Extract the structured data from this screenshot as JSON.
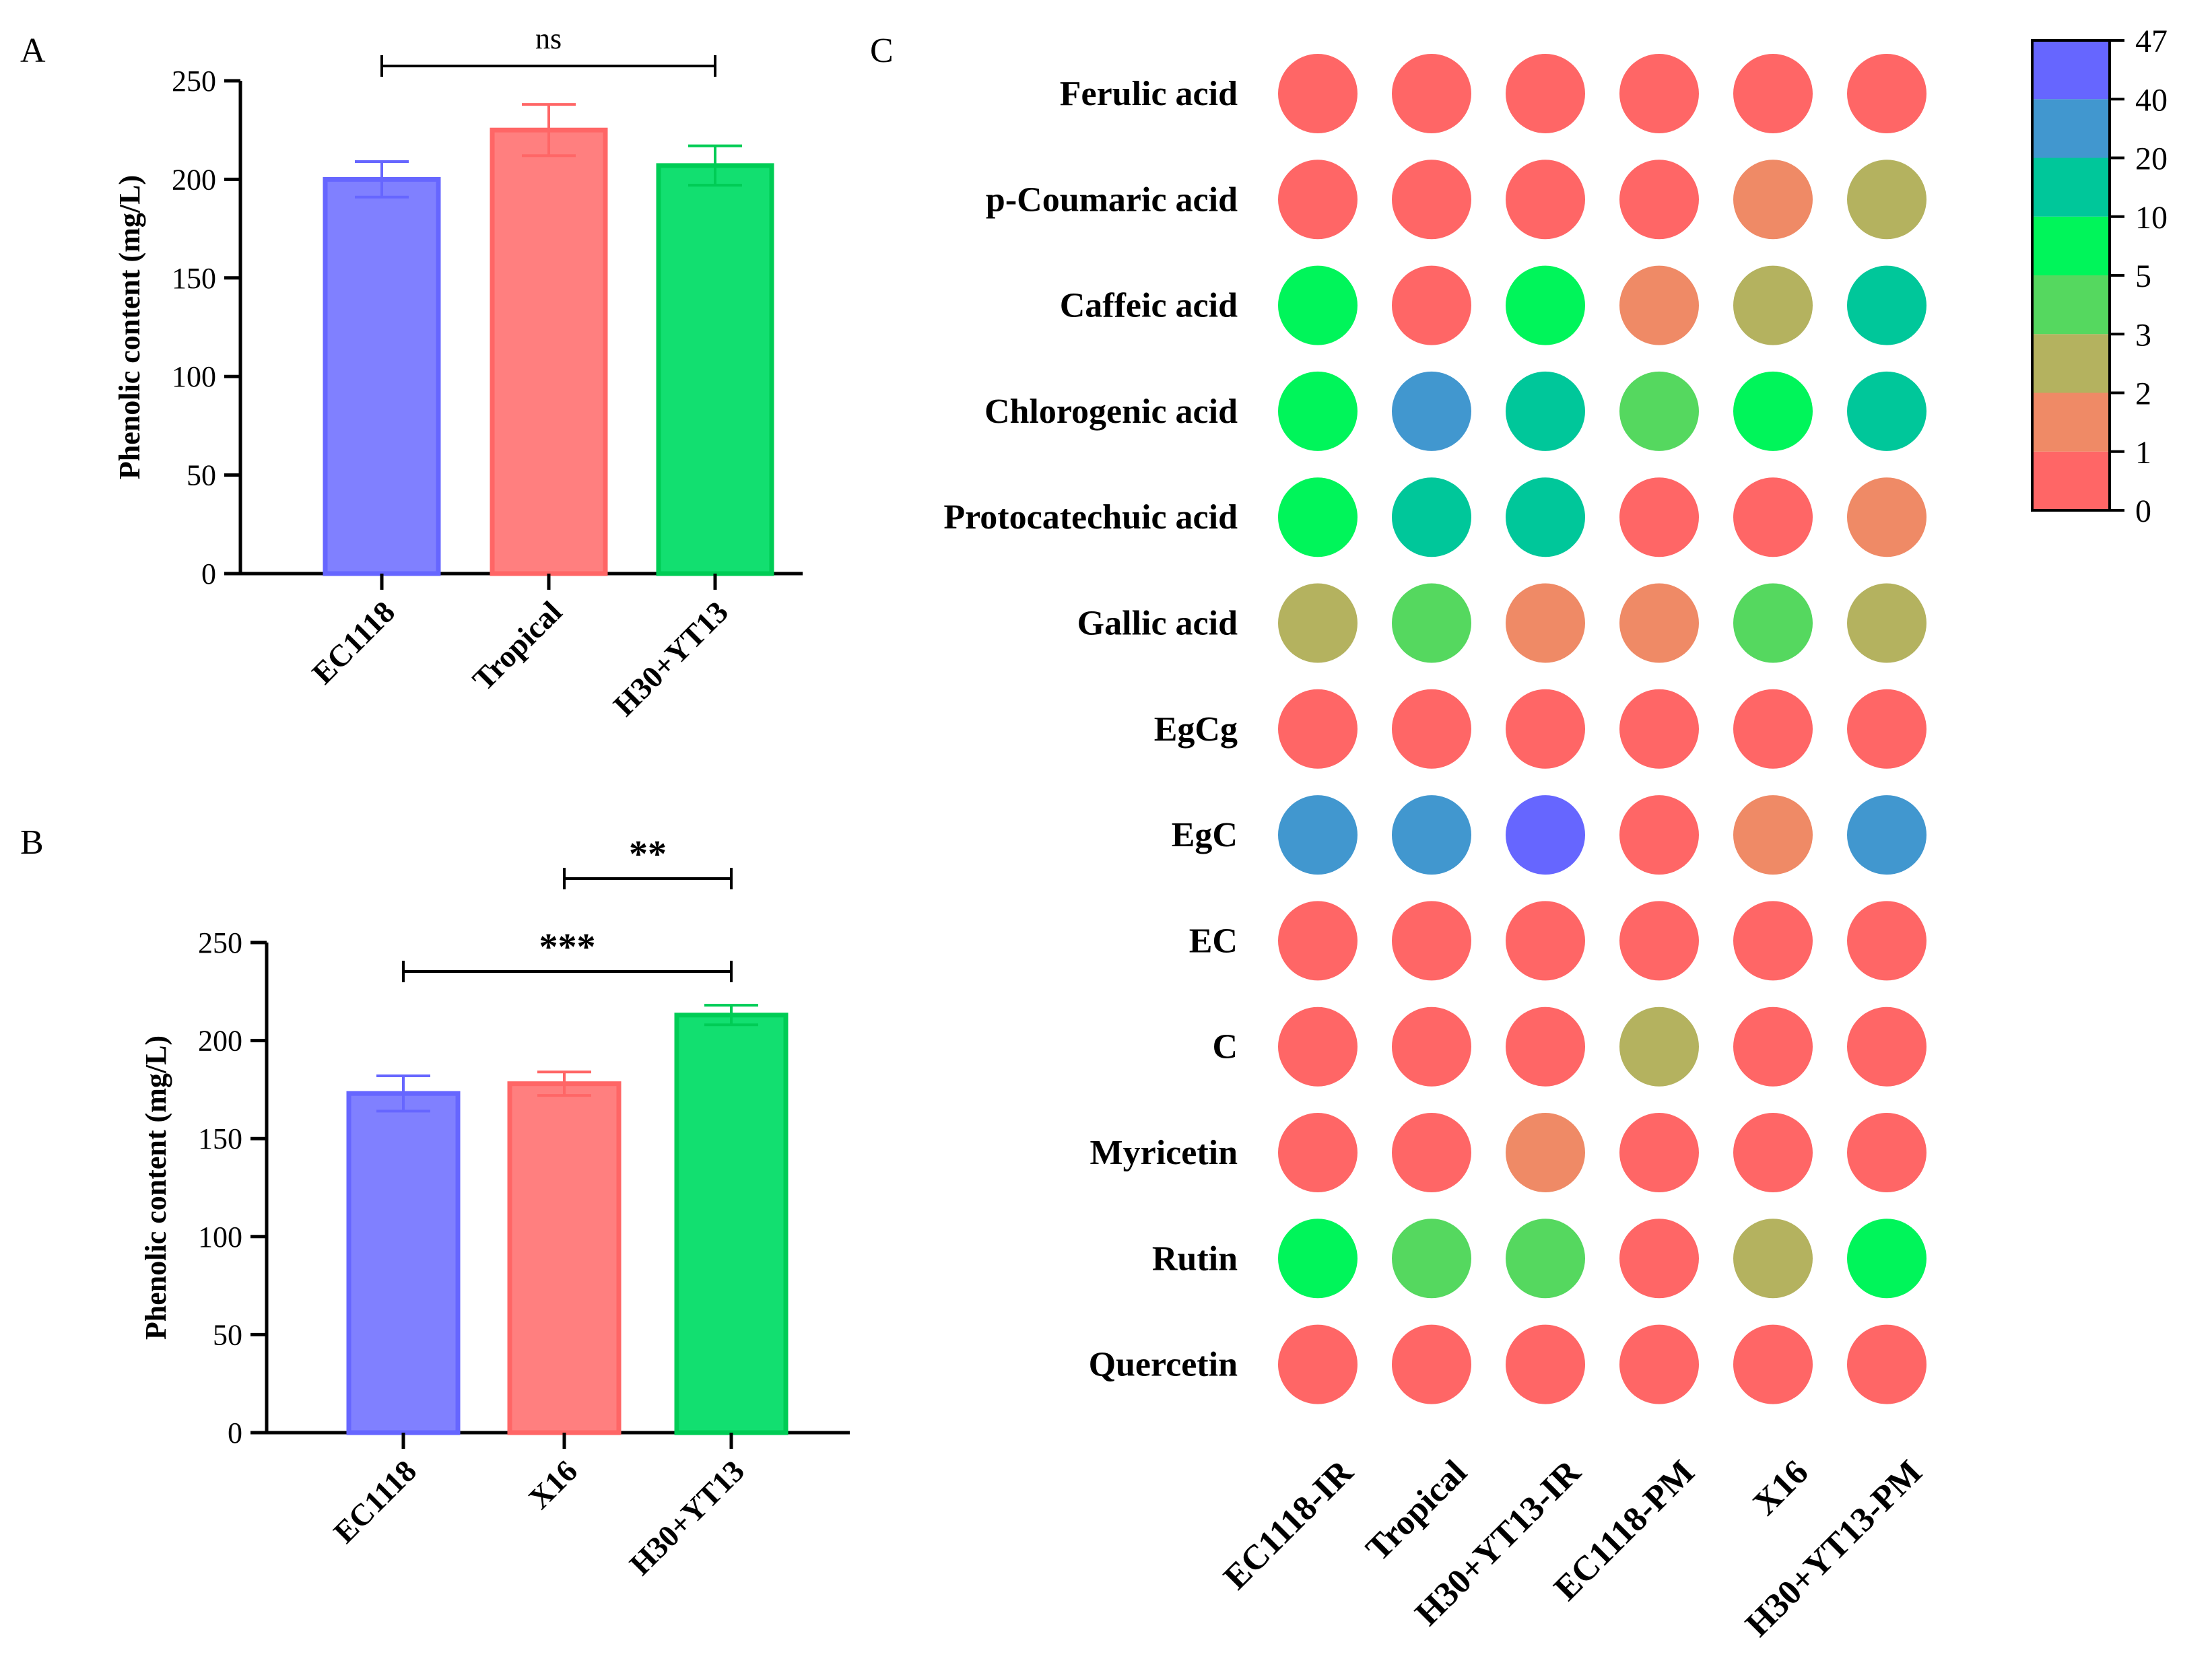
{
  "panels": {
    "A": {
      "label": "A",
      "chart_data": {
        "type": "bar",
        "categories": [
          "EC1118",
          "Tropical",
          "H30+YT13"
        ],
        "values": [
          200,
          225,
          207
        ],
        "errors": [
          9,
          13,
          10
        ],
        "colors": [
          "#8080ff",
          "#ff7f7f",
          "#12df70"
        ],
        "edge_colors": [
          "#6666ff",
          "#ff6666",
          "#00cc55"
        ],
        "ylabel": "Phenolic content (mg/L)",
        "ylim": [
          0,
          250
        ],
        "yticks": [
          0,
          50,
          100,
          150,
          200,
          250
        ],
        "significance": [
          {
            "from": 0,
            "to": 2,
            "label": "ns"
          }
        ]
      }
    },
    "B": {
      "label": "B",
      "chart_data": {
        "type": "bar",
        "categories": [
          "EC1118",
          "X16",
          "H30+YT13"
        ],
        "values": [
          173,
          178,
          213
        ],
        "errors": [
          9,
          6,
          5
        ],
        "colors": [
          "#8080ff",
          "#ff7f7f",
          "#12df70"
        ],
        "edge_colors": [
          "#6666ff",
          "#ff6666",
          "#00cc55"
        ],
        "ylabel": "Phenolic content (mg/L)",
        "ylim": [
          0,
          250
        ],
        "yticks": [
          0,
          50,
          100,
          150,
          200,
          250
        ],
        "significance": [
          {
            "from": 1,
            "to": 2,
            "label": "**"
          },
          {
            "from": 0,
            "to": 2,
            "label": "***"
          }
        ]
      }
    },
    "C": {
      "label": "C",
      "chart_data": {
        "type": "heatmap",
        "rows": [
          "Ferulic acid",
          "p-Coumaric acid",
          "Caffeic acid",
          "Chlorogenic acid",
          "Protocatechuic acid",
          "Gallic acid",
          "EgCg",
          "EgC",
          "EC",
          "C",
          "Myricetin",
          "Rutin",
          "Quercetin"
        ],
        "columns": [
          "EC1118-IR",
          "Tropical",
          "H30+YT13-IR",
          "EC1118-PM",
          "X16",
          "H30+YT13-PM"
        ],
        "values": [
          [
            0,
            0,
            0,
            0,
            0,
            0
          ],
          [
            0,
            0,
            0,
            0,
            1.5,
            2.5
          ],
          [
            7,
            0,
            7,
            1.5,
            2.5,
            15
          ],
          [
            7,
            30,
            15,
            4,
            7,
            15
          ],
          [
            7,
            15,
            15,
            0,
            0,
            1.5
          ],
          [
            2.5,
            4,
            1.5,
            1.5,
            4,
            2.5
          ],
          [
            0,
            0,
            0,
            0,
            0,
            0
          ],
          [
            30,
            30,
            45,
            0,
            1.5,
            30
          ],
          [
            0,
            0,
            0,
            0,
            0,
            0
          ],
          [
            0,
            0,
            0,
            2.5,
            0,
            0
          ],
          [
            0,
            0,
            1.5,
            0,
            0,
            0
          ],
          [
            7,
            4,
            4,
            0,
            2.5,
            7
          ],
          [
            0,
            0,
            0,
            0,
            0,
            0
          ]
        ],
        "colorbar": {
          "bins": [
            {
              "from": 0,
              "to": 1,
              "color": "#ff6666"
            },
            {
              "from": 1,
              "to": 2,
              "color": "#ef8a66"
            },
            {
              "from": 2,
              "to": 3,
              "color": "#b4b25f"
            },
            {
              "from": 3,
              "to": 5,
              "color": "#55d85f"
            },
            {
              "from": 5,
              "to": 10,
              "color": "#00f55a"
            },
            {
              "from": 10,
              "to": 20,
              "color": "#00c79a"
            },
            {
              "from": 20,
              "to": 40,
              "color": "#4197cf"
            },
            {
              "from": 40,
              "to": 47,
              "color": "#6666ff"
            }
          ],
          "ticks": [
            "0",
            "1",
            "2",
            "3",
            "5",
            "10",
            "20",
            "40",
            "47"
          ]
        }
      }
    }
  }
}
